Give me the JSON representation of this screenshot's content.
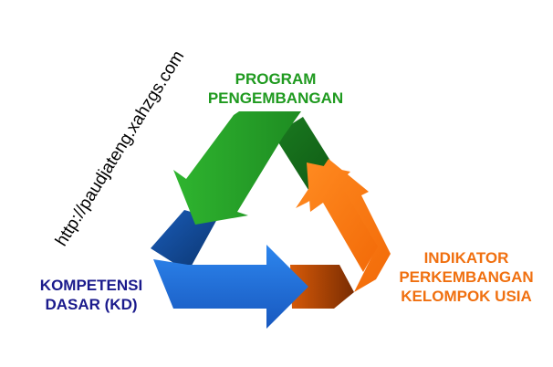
{
  "watermark": {
    "text": "http://paudjateng.xahzgs.com"
  },
  "diagram": {
    "nodes": [
      {
        "id": "program",
        "line1": "PROGRAM",
        "line2": "PENGEMBANGAN",
        "color": "#1f9a1f"
      },
      {
        "id": "kd",
        "line1": "KOMPETENSI",
        "line2": "DASAR (KD)",
        "color": "#1a1a8c"
      },
      {
        "id": "indikator",
        "line1": "INDIKATOR",
        "line2": "PERKEMBANGAN",
        "line3": "KELOMPOK USIA",
        "color": "#f07010"
      }
    ],
    "arrow_colors": {
      "green": "#2aa52a",
      "green_dark": "#15701a",
      "blue": "#1f6fd6",
      "blue_dark": "#0d3f8a",
      "orange": "#ff7a12",
      "orange_dark": "#b94a05"
    }
  }
}
